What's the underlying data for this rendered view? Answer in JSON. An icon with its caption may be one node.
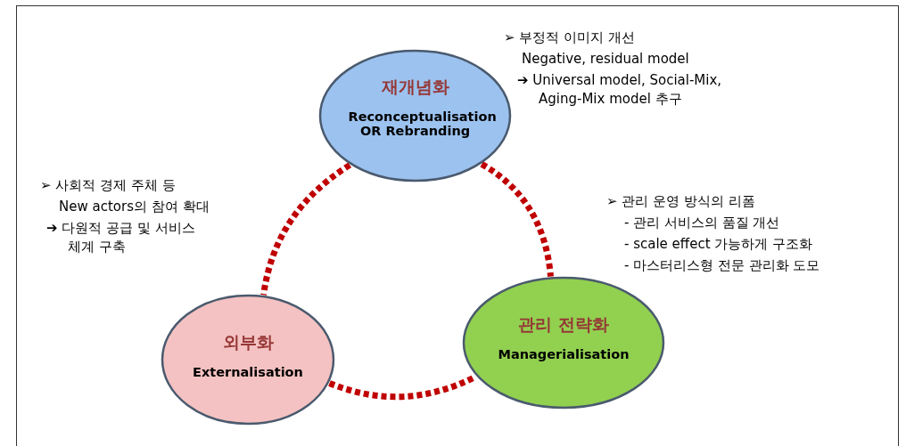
{
  "diagram": {
    "nodes": [
      {
        "text": [
          "재개념화",
          "Reconceptualisation OR Rebranding"
        ]
      },
      {
        "text": [
          "외부화",
          "Externalisation"
        ]
      },
      {
        "text": [
          "관리 전략화",
          "Managerialisation"
        ]
      }
    ],
    "edges": [
      {
        "from": 0,
        "to": 1,
        "arrow": "none",
        "style": "dashed",
        "color": "#c00000"
      },
      {
        "from": 0,
        "to": 2,
        "arrow": "none",
        "style": "dashed",
        "color": "#c00000"
      },
      {
        "from": 1,
        "to": 2,
        "arrow": "none",
        "style": "dashed",
        "color": "#c00000"
      }
    ],
    "labels": [
      "➢ 부정적 이미지 개선",
      "Negative, residual model",
      "➔ Universal model, Social-Mix, Aging-Mix model 추구",
      "➢ 사회적 경제 주체 등",
      "New actors의 참여 확대",
      "➔ 다원적 공급 및 서비스 체계 구축",
      "➢ 관리 운영 방식의 리폼",
      "- 관리 서비스의 품질 개선",
      "- scale effect 가능하게 구조화",
      "- 마스터리스형 전문 관리화 도모"
    ]
  }
}
